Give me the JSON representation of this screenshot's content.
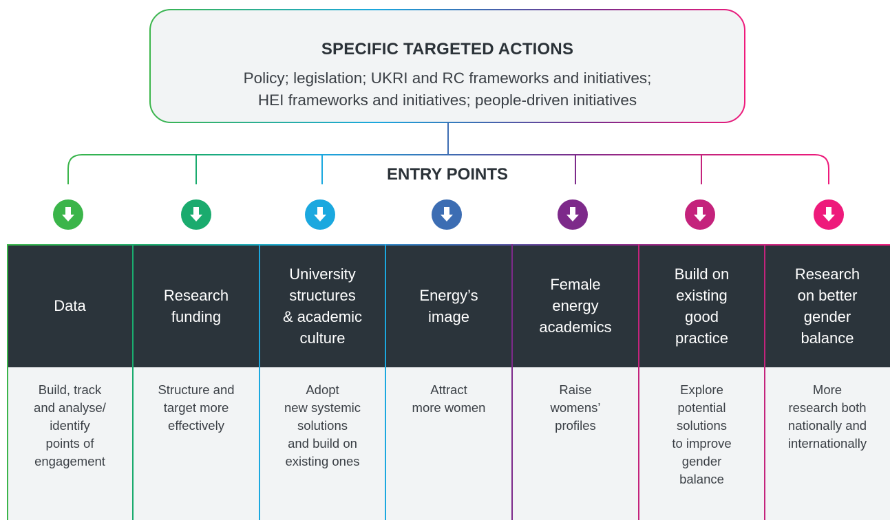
{
  "top_box": {
    "title": "SPECIFIC TARGETED ACTIONS",
    "line1": "Policy; legislation; UKRI and RC frameworks and initiatives;",
    "line2": "HEI frameworks and initiatives; people-driven initiatives"
  },
  "entry_points": {
    "title": "ENTRY POINTS"
  },
  "colors": {
    "green": "#3bb54a",
    "teal_green": "#1aab6e",
    "cyan": "#1ba8df",
    "blue": "#3c6db3",
    "purple": "#7d2a8a",
    "magenta": "#c4237c",
    "pink": "#ee1a7b",
    "header_bg": "#2b343b",
    "body_bg": "#f2f4f5"
  },
  "columns": [
    {
      "header": "Data",
      "body": "Build, track\nand analyse/\nidentify\npoints of\nengagement",
      "icon": "arrow-down-icon"
    },
    {
      "header": "Research\nfunding",
      "body": "Structure and\ntarget more\neffectively",
      "icon": "arrow-down-icon"
    },
    {
      "header": "University\nstructures\n& academic\nculture",
      "body": "Adopt\nnew systemic\nsolutions\nand build on\nexisting ones",
      "icon": "arrow-down-icon"
    },
    {
      "header": "Energy’s\nimage",
      "body": "Attract\nmore women",
      "icon": "arrow-down-icon"
    },
    {
      "header": "Female\nenergy\nacademics",
      "body": "Raise\nwomens’\nprofiles",
      "icon": "arrow-down-icon"
    },
    {
      "header": "Build on\nexisting\ngood\npractice",
      "body": "Explore\npotential\nsolutions\nto improve\ngender\nbalance",
      "icon": "arrow-down-icon"
    },
    {
      "header": "Research\non better\ngender\nbalance",
      "body": "More\nresearch both\nnationally and\ninternationally",
      "icon": "arrow-down-icon"
    }
  ]
}
